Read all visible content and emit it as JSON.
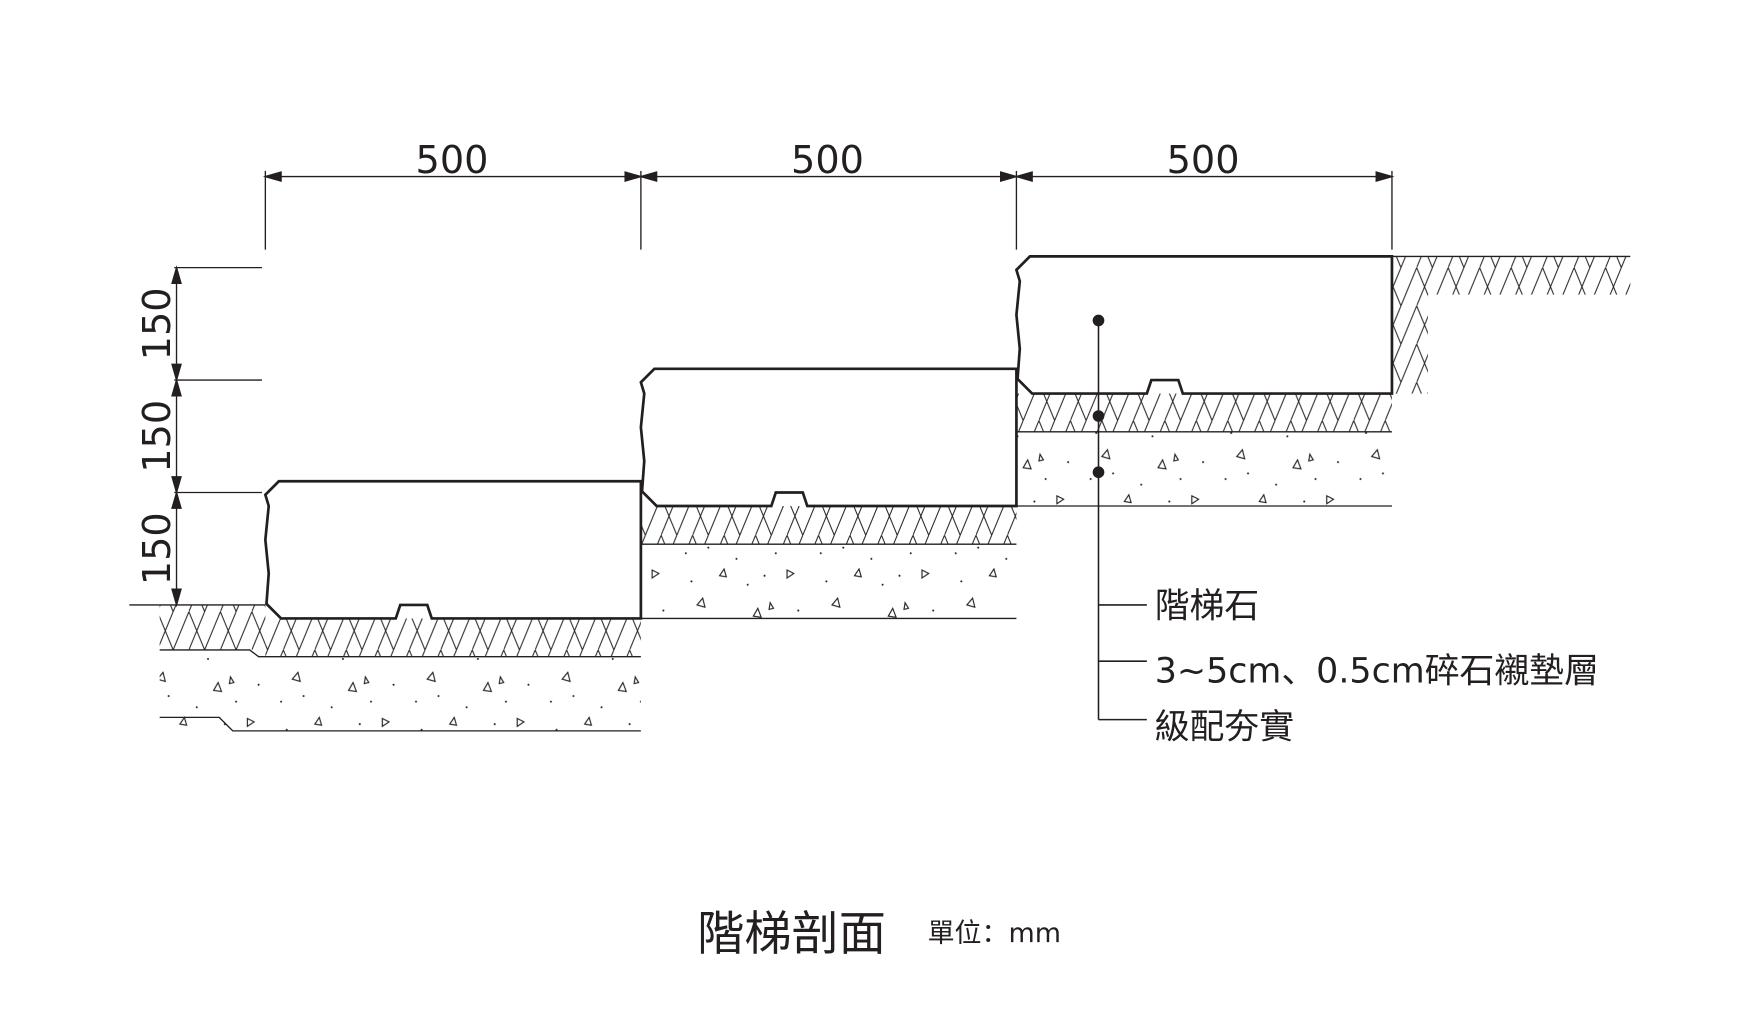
{
  "dimensions": {
    "widths": [
      "500",
      "500",
      "500"
    ],
    "heights": [
      "150",
      "150",
      "150"
    ]
  },
  "labels": {
    "stone": "階梯石",
    "gravel_bed": "3~5cm、0.5cm碎石襯墊層",
    "compacted_base": "級配夯實"
  },
  "title": "階梯剖面",
  "unit": "單位：mm",
  "colors": {
    "line": "#231f20",
    "background": "#ffffff"
  }
}
